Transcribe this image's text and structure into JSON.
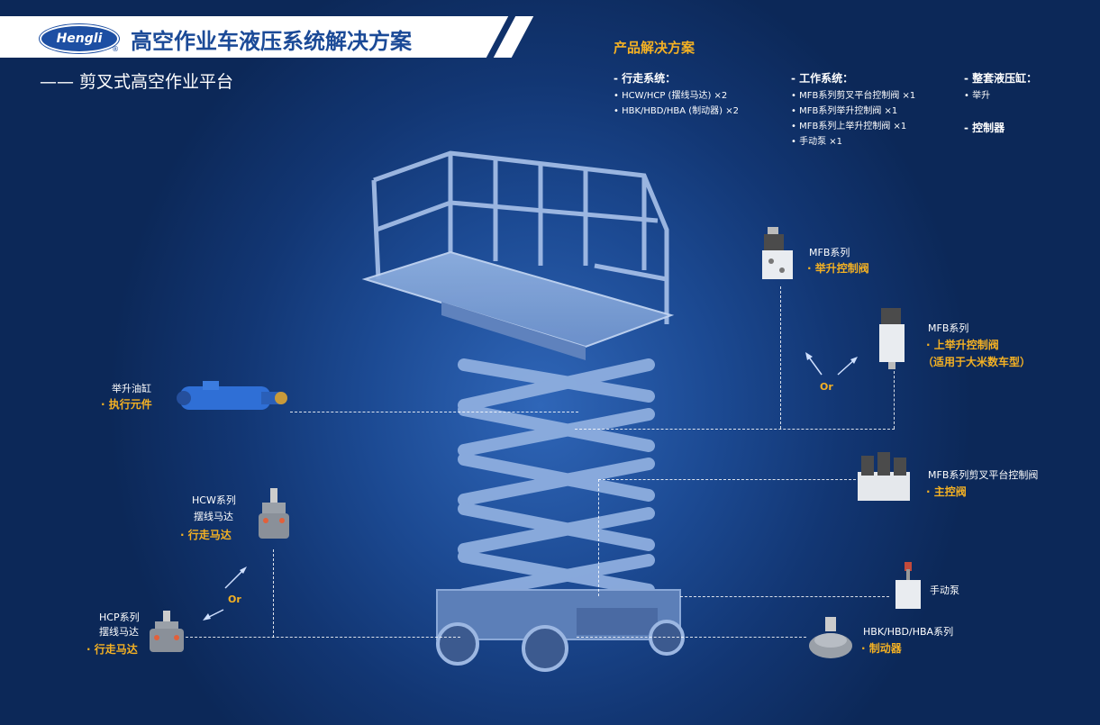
{
  "header": {
    "logo": "Hengli",
    "logo_reg": "®",
    "title": "高空作业车液压系统解决方案",
    "subtitle": "—— 剪叉式高空作业平台"
  },
  "solutions": {
    "title": "产品解决方案",
    "travel": {
      "heading": "- 行走系统：",
      "items": [
        "• HCW/HCP (摆线马达) ×2",
        "• HBK/HBD/HBA (制动器) ×2"
      ]
    },
    "work": {
      "heading": "- 工作系统：",
      "items": [
        "• MFB系列剪叉平台控制阀 ×1",
        "• MFB系列举升控制阀 ×1",
        "• MFB系列上举升控制阀 ×1",
        "• 手动泵 ×1"
      ]
    },
    "cylinder": {
      "heading": "- 整套液压缸：",
      "items": [
        "• 举升"
      ]
    },
    "controller": {
      "heading": "- 控制器"
    }
  },
  "components": {
    "lift_cylinder": {
      "name": "举升油缸",
      "role": "· 执行元件"
    },
    "hcw_motor": {
      "series": "HCW系列",
      "name": "摆线马达",
      "role": "· 行走马达"
    },
    "hcp_motor": {
      "series": "HCP系列",
      "name": "摆线马达",
      "role": "· 行走马达"
    },
    "mfb_lift": {
      "series": "MFB系列",
      "role": "· 举升控制阀"
    },
    "mfb_upper": {
      "series": "MFB系列",
      "role": "· 上举升控制阀",
      "note": "（适用于大米数车型）"
    },
    "mfb_main": {
      "series": "MFB系列剪叉平台控制阀",
      "role": "· 主控阀"
    },
    "hand_pump": {
      "name": "手动泵"
    },
    "brake": {
      "series": "HBK/HBD/HBA系列",
      "role": "· 制动器"
    }
  },
  "or_label": "Or",
  "colors": {
    "accent": "#f4b123",
    "title_blue": "#1b4a97",
    "bg_dark": "#0c2858"
  }
}
